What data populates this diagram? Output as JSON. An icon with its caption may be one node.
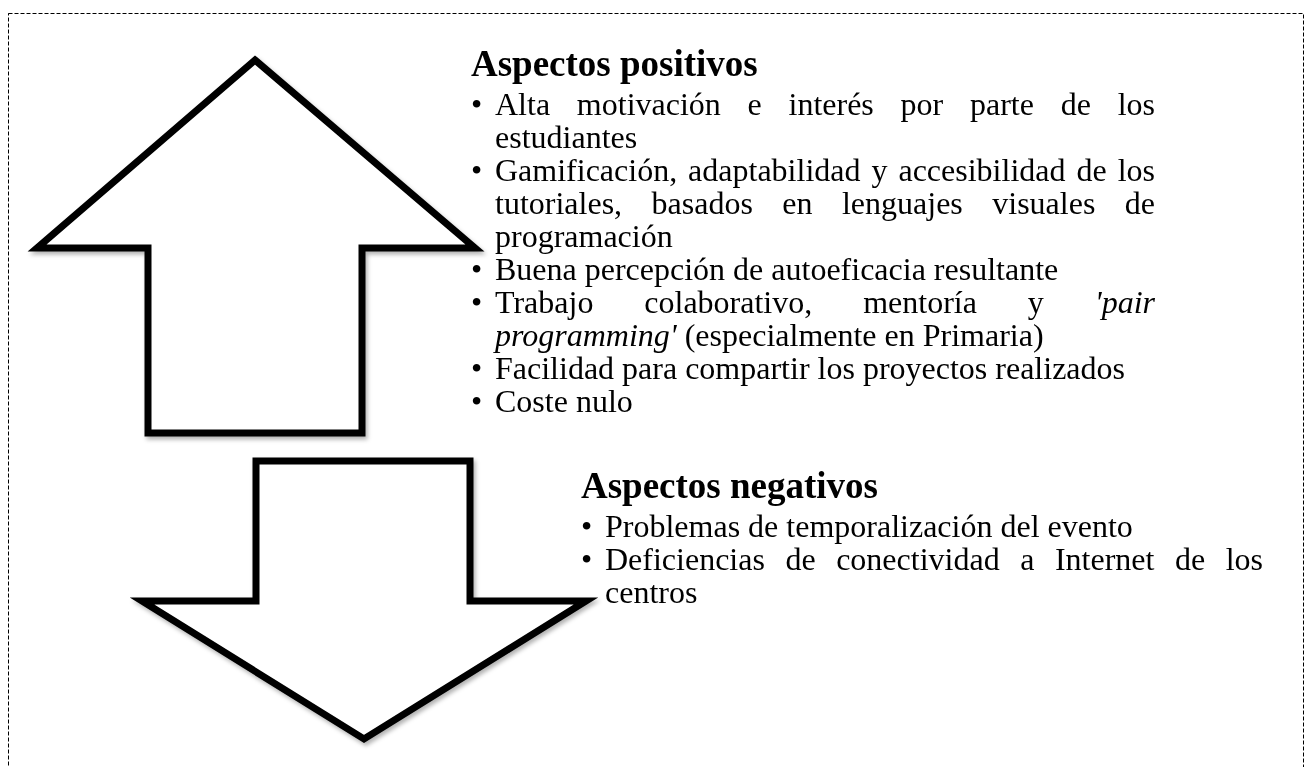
{
  "diagram": {
    "labels": [
      "Aspectos positivos",
      "•",
      "Alta motivación e interés por parte de los estudiantes",
      "•",
      "Gamificación, adaptabilidad y accesibilidad de los tutoriales, basados en lenguajes visuales de programación",
      "•",
      "Buena percepción de autoeficacia resultante",
      "•",
      "Trabajo colaborativo, mentoría y *'pair programming'* (especialmente en Primaria)",
      "•",
      "Facilidad para compartir los proyectos realizados",
      "•",
      "Coste nulo",
      "Aspectos negativos",
      "•",
      "Problemas de temporalización del evento",
      "•",
      "Deficiencias de conectividad a Internet de los centros"
    ]
  }
}
